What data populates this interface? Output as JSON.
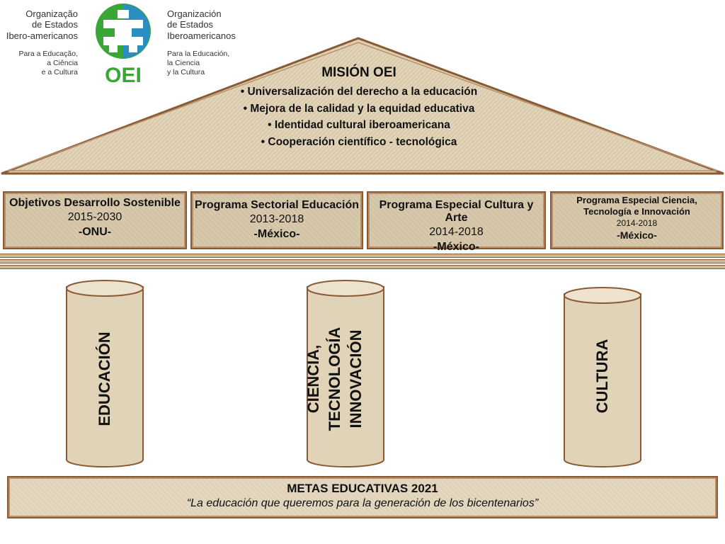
{
  "logo": {
    "left_lines": [
      "Organização",
      "de Estados",
      "Ibero-americanos"
    ],
    "left_sub": [
      "Para a Educação,",
      "a Ciência",
      "e a Cultura"
    ],
    "right_lines": [
      "Organización",
      "de Estados",
      "Iberoamericanos"
    ],
    "right_sub": [
      "Para la Educación,",
      "la Ciencia",
      "y la Cultura"
    ],
    "acronym": "OEI"
  },
  "colors": {
    "stone": "#d6c7aa",
    "border": "#8a5a34",
    "logo_green": "#3aa635",
    "logo_blue": "#2a8fc0"
  },
  "roof": {
    "title": "MISIÓN OEI",
    "items": [
      "• Universalización del derecho a la educación",
      "• Mejora de la calidad y la equidad educativa",
      "• Identidad cultural iberoamericana",
      "• Cooperación científico - tecnológica"
    ]
  },
  "beams": [
    {
      "title": "Objetivos Desarrollo Sostenible",
      "years": "2015-2030",
      "org": "-ONU-"
    },
    {
      "title": "Programa Sectorial Educación",
      "years": "2013-2018",
      "org": "-México-"
    },
    {
      "title": "Programa Especial Cultura y Arte",
      "years": "2014-2018",
      "org": "-México-"
    },
    {
      "title": "Programa Especial Ciencia, Tecnología e Innovación",
      "years": "2014-2018",
      "org": "-México-"
    }
  ],
  "pillars": [
    {
      "label": "EDUCACIÓN"
    },
    {
      "label_lines": [
        "CIENCIA,",
        "TECNOLOGÍA",
        "INNOVACIÓN"
      ]
    },
    {
      "label": "CULTURA"
    }
  ],
  "base": {
    "title": "METAS EDUCATIVAS 2021",
    "quote": "“La educación que queremos para la generación de los bicentenarios”"
  }
}
